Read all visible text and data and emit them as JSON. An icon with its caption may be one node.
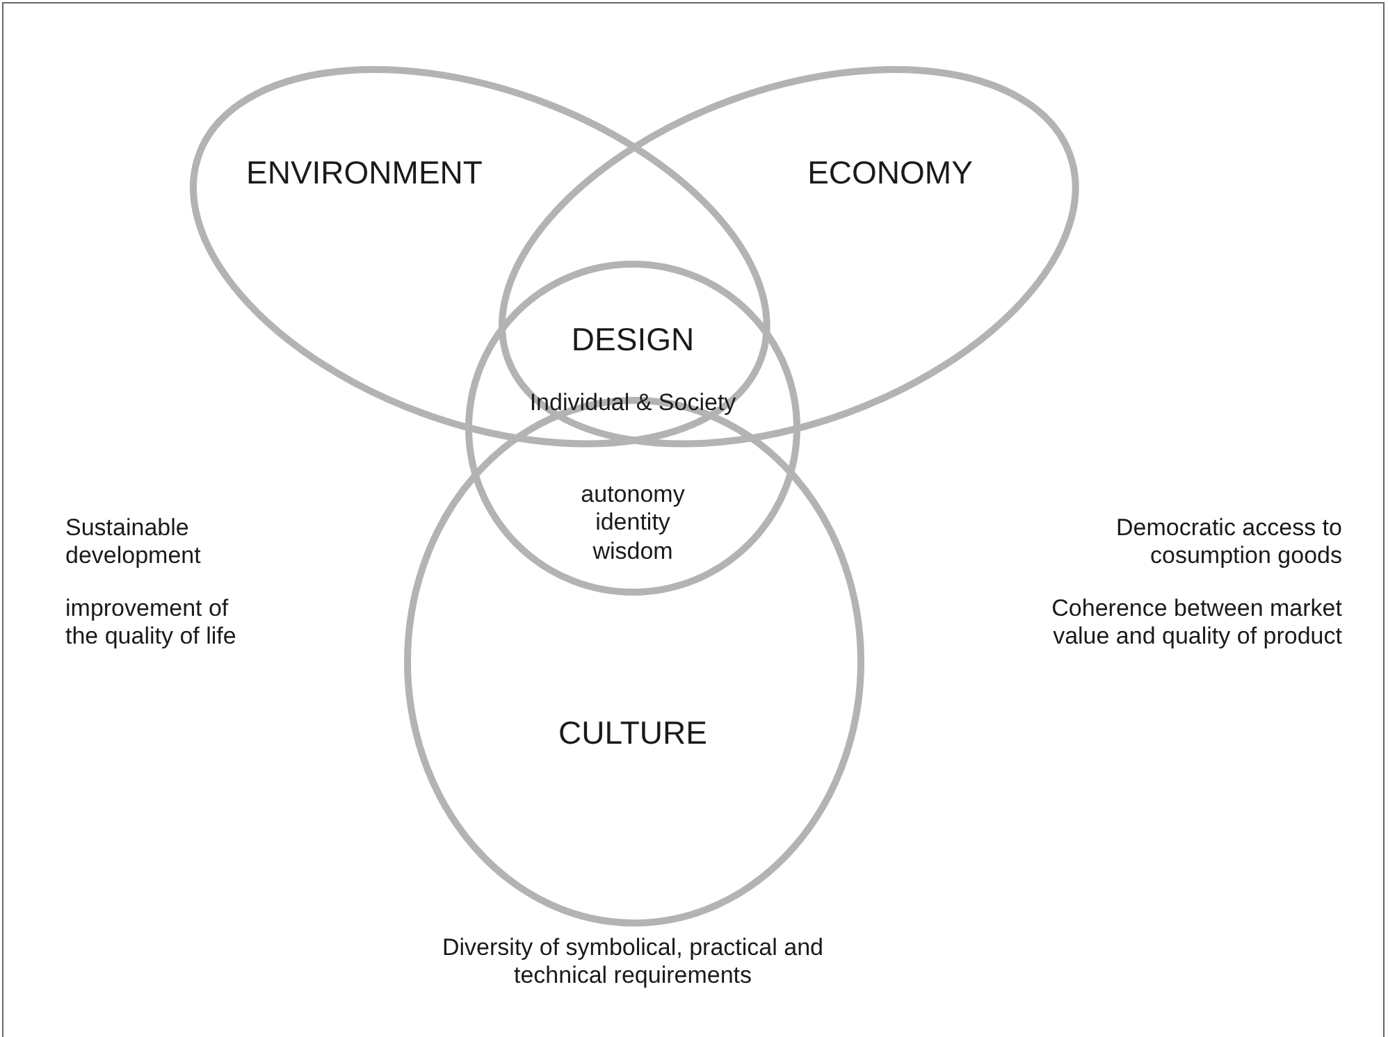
{
  "diagram": {
    "nodes": [
      {
        "text": [
          "ENVIRONMENT"
        ],
        "beside": [
          "Sustainable development",
          "improvement of the quality of life"
        ]
      },
      {
        "text": [
          "ECONOMY"
        ],
        "beside": [
          "Democratic access to cosumption goods",
          "Coherence between market value and quality of product"
        ]
      },
      {
        "text": [
          "CULTURE"
        ],
        "beside": [
          "Diversity of symbolical, practical and technical requirements"
        ]
      },
      {
        "text": [
          "DESIGN",
          "Individual & Society",
          "autonomy identity wisdom"
        ]
      }
    ]
  }
}
